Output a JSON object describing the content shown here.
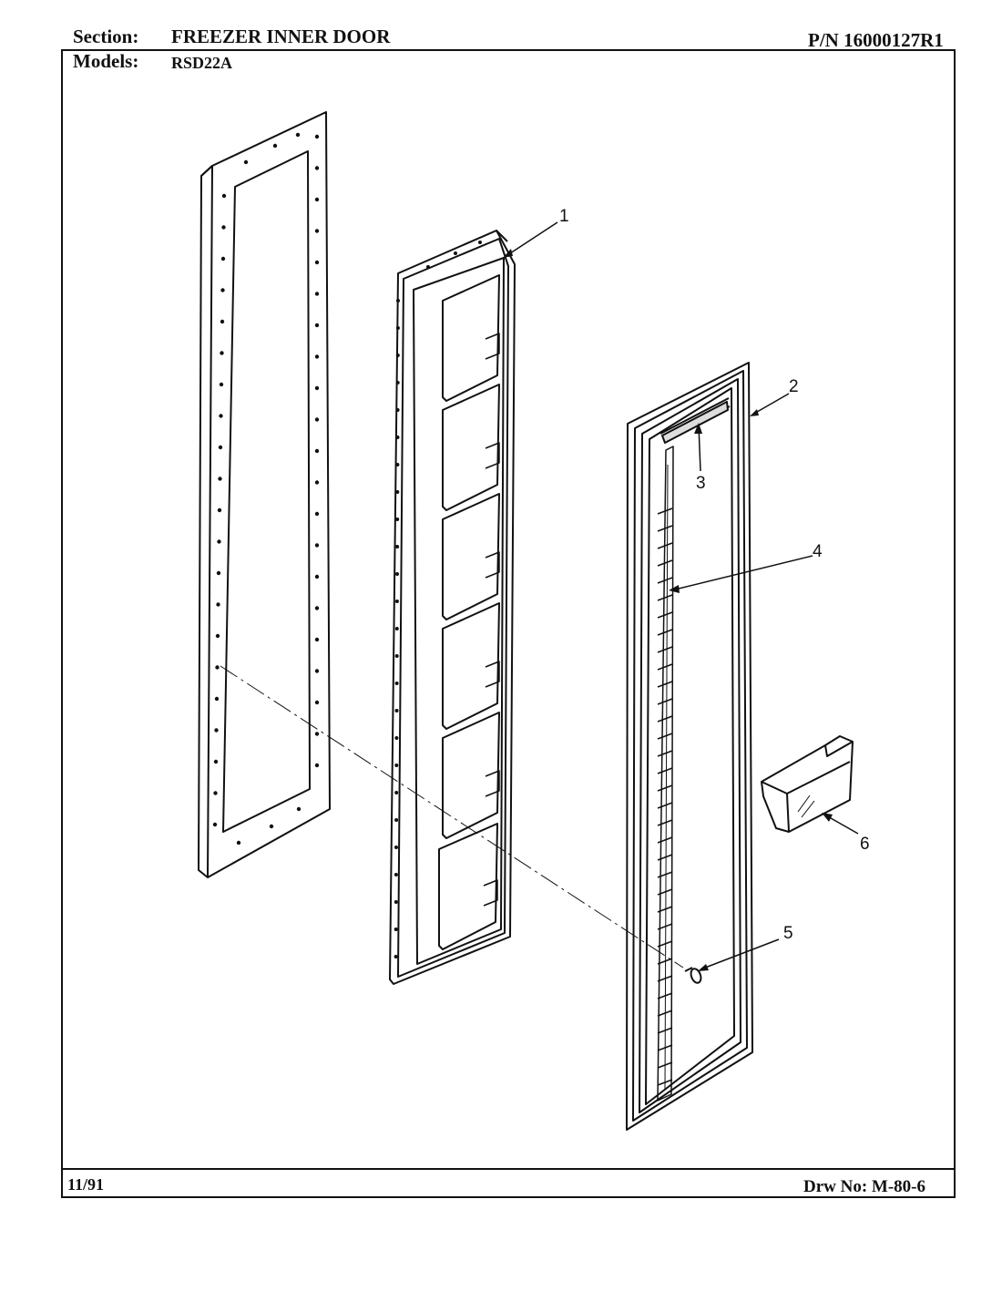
{
  "header": {
    "section_label": "Section:",
    "section_value": "FREEZER INNER DOOR",
    "part_number": "P/N 16000127R1",
    "models_label": "Models:",
    "models_value": "RSD22A"
  },
  "footer": {
    "date": "11/91",
    "drawing_number": "Drw No: M-80-6"
  },
  "callouts": [
    "1",
    "2",
    "3",
    "4",
    "5",
    "6"
  ]
}
